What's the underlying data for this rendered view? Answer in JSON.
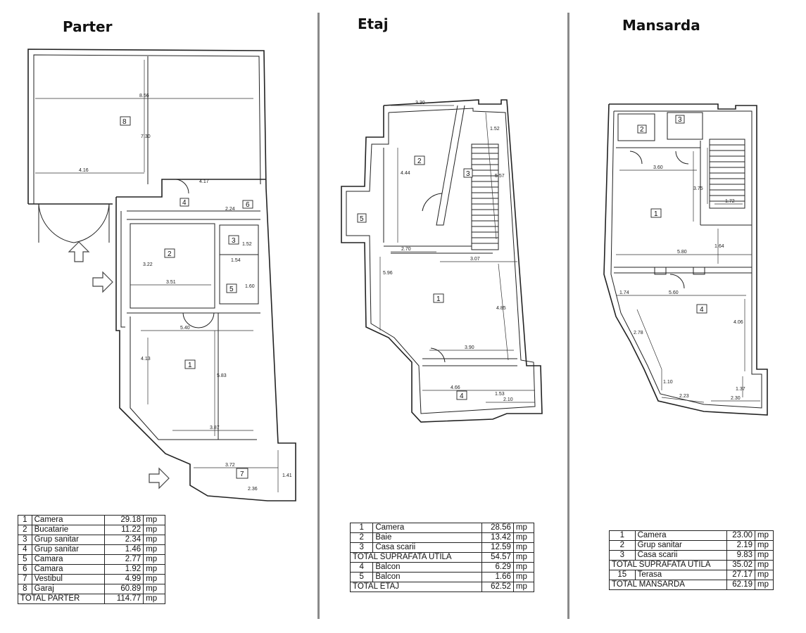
{
  "headings": {
    "parter": "Parter",
    "etaj": "Etaj",
    "mansarda": "Mansarda"
  },
  "parter": {
    "rooms": [
      {
        "no": "1",
        "name": "Camera",
        "area": "29.18",
        "unit": "mp"
      },
      {
        "no": "2",
        "name": "Bucatarie",
        "area": "11.22",
        "unit": "mp"
      },
      {
        "no": "3",
        "name": "Grup sanitar",
        "area": "2.34",
        "unit": "mp"
      },
      {
        "no": "4",
        "name": "Grup sanitar",
        "area": "1.46",
        "unit": "mp"
      },
      {
        "no": "5",
        "name": "Camara",
        "area": "2.77",
        "unit": "mp"
      },
      {
        "no": "6",
        "name": "Camara",
        "area": "1.92",
        "unit": "mp"
      },
      {
        "no": "7",
        "name": "Vestibul",
        "area": "4.99",
        "unit": "mp"
      },
      {
        "no": "8",
        "name": "Garaj",
        "area": "60.89",
        "unit": "mp"
      }
    ],
    "total": {
      "label": "TOTAL PARTER",
      "area": "114.77",
      "unit": "mp"
    },
    "plan_labels": {
      "r8": "8",
      "r2": "2",
      "r3": "3",
      "r4": "4",
      "r5": "5",
      "r6": "6",
      "r1": "1",
      "r7": "7",
      "d_garaj_w": "8.56",
      "d_garaj_h": "7.30",
      "d_garaj_low": "4.16",
      "d_417": "4.17",
      "d_351": "3.51",
      "d_540": "5.40",
      "d_413": "4.13",
      "d_583": "5.83",
      "d_387": "3.87",
      "d_372": "3.72",
      "d_236": "2.36",
      "d_141": "1.41",
      "d_322": "3.22",
      "d_154": "1.54",
      "d_160": "1.60",
      "d_224": "2.24",
      "d_152": "1.52"
    }
  },
  "etaj": {
    "rooms": [
      {
        "no": "1",
        "name": "Camera",
        "area": "28.56",
        "unit": "mp"
      },
      {
        "no": "2",
        "name": "Baie",
        "area": "13.42",
        "unit": "mp"
      },
      {
        "no": "3",
        "name": "Casa scarii",
        "area": "12.59",
        "unit": "mp"
      }
    ],
    "subtotal": {
      "label": "TOTAL SUPRAFATA UTILA",
      "area": "54.57",
      "unit": "mp"
    },
    "extra": [
      {
        "no": "4",
        "name": "Balcon",
        "area": "6.29",
        "unit": "mp"
      },
      {
        "no": "5",
        "name": "Balcon",
        "area": "1.66",
        "unit": "mp"
      }
    ],
    "total": {
      "label": "TOTAL ETAJ",
      "area": "62.52",
      "unit": "mp"
    },
    "plan_labels": {
      "r1": "1",
      "r2": "2",
      "r3": "3",
      "r4": "4",
      "r5": "5",
      "d_330": "3.30",
      "d_152": "1.52",
      "d_444": "4.44",
      "d_557": "5.57",
      "d_270": "2.70",
      "d_307": "3.07",
      "d_596": "5.96",
      "d_485": "4.85",
      "d_390": "3.90",
      "d_466": "4.66",
      "d_210": "2.10",
      "d_153": "1.53"
    }
  },
  "mansarda": {
    "rooms": [
      {
        "no": "1",
        "name": "Camera",
        "area": "23.00",
        "unit": "mp"
      },
      {
        "no": "2",
        "name": "Grup sanitar",
        "area": "2.19",
        "unit": "mp"
      },
      {
        "no": "3",
        "name": "Casa scarii",
        "area": "9.83",
        "unit": "mp"
      }
    ],
    "subtotal": {
      "label": "TOTAL SUPRAFATA UTILA",
      "area": "35.02",
      "unit": "mp"
    },
    "extra": [
      {
        "no": "15",
        "name": "Terasa",
        "area": "27.17",
        "unit": "mp"
      }
    ],
    "total": {
      "label": "TOTAL MANSARDA",
      "area": "62.19",
      "unit": "mp"
    },
    "plan_labels": {
      "r1": "1",
      "r2": "2",
      "r3": "3",
      "r4": "4",
      "d_360": "3.60",
      "d_375": "3.75",
      "d_580": "5.80",
      "d_164": "1.64",
      "d_560": "5.60",
      "d_406": "4.06",
      "d_278": "2.78",
      "d_223": "2.23",
      "d_230": "2.30",
      "d_172": "1.72",
      "d_110": "1.10",
      "d_137": "1.37",
      "d_174": "1.74"
    }
  },
  "colors": {
    "divider": "#8a8a8a",
    "lines": "#222222",
    "background": "#ffffff"
  }
}
